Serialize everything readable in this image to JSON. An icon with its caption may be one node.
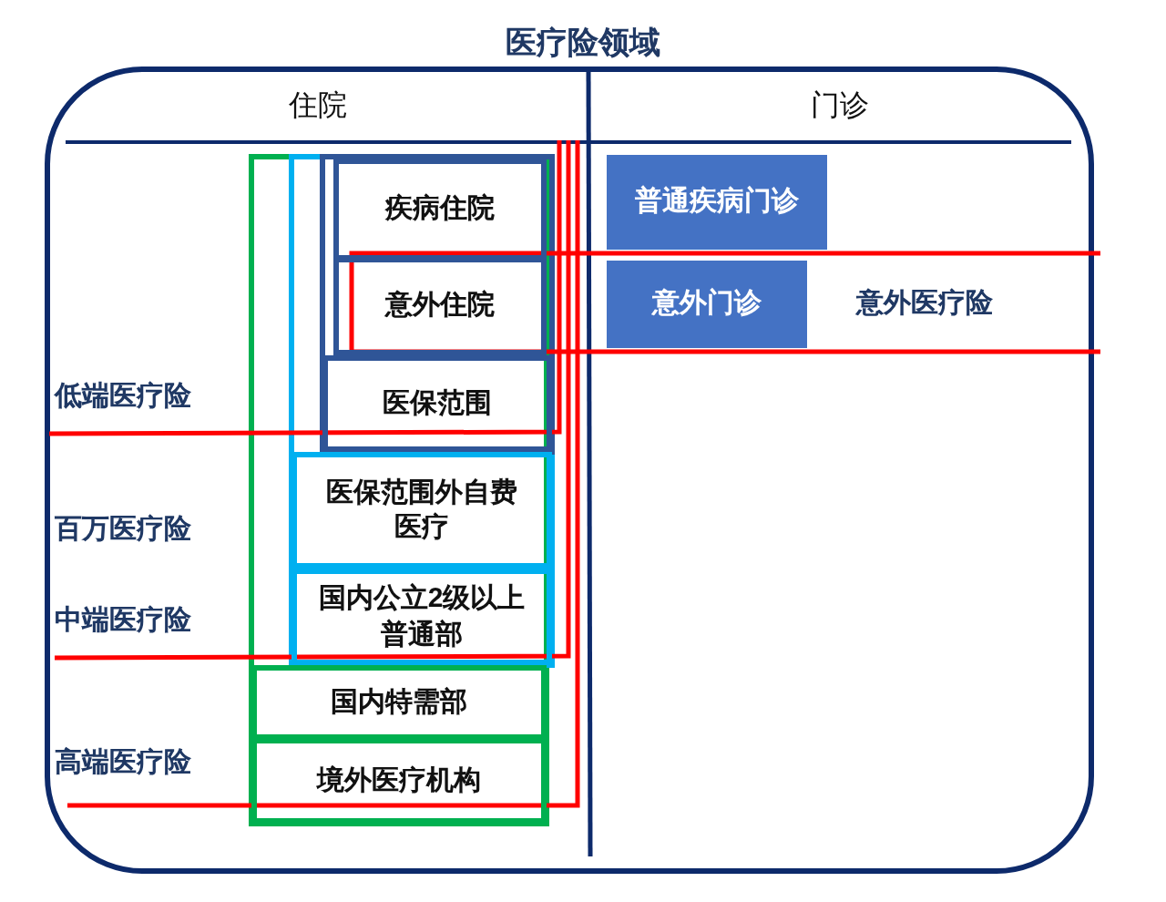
{
  "diagram": {
    "title": "医疗险领域",
    "nodes": [
      {
        "text": [
          "住院"
        ]
      },
      {
        "text": [
          "疾病住院"
        ],
        "in": 0
      },
      {
        "text": [
          "意外住院"
        ],
        "in": 0
      },
      {
        "text": [
          "医保范围"
        ],
        "in": 0
      },
      {
        "text": [
          "医保范围外自费医疗"
        ],
        "in": 0
      },
      {
        "text": [
          "国内公立2级以上普通部"
        ],
        "in": 0
      },
      {
        "text": [
          "国内特需部"
        ],
        "in": 0
      },
      {
        "text": [
          "境外医疗机构"
        ],
        "in": 0
      },
      {
        "text": [
          "门诊"
        ]
      },
      {
        "text": [
          "普通疾病门诊"
        ],
        "in": 8
      },
      {
        "text": [
          "意外门诊"
        ],
        "in": 8
      }
    ],
    "edges": [],
    "labels": [
      "低端医疗险",
      "百万医疗险",
      "中端医疗险",
      "高端医疗险",
      "意外医疗险"
    ]
  }
}
